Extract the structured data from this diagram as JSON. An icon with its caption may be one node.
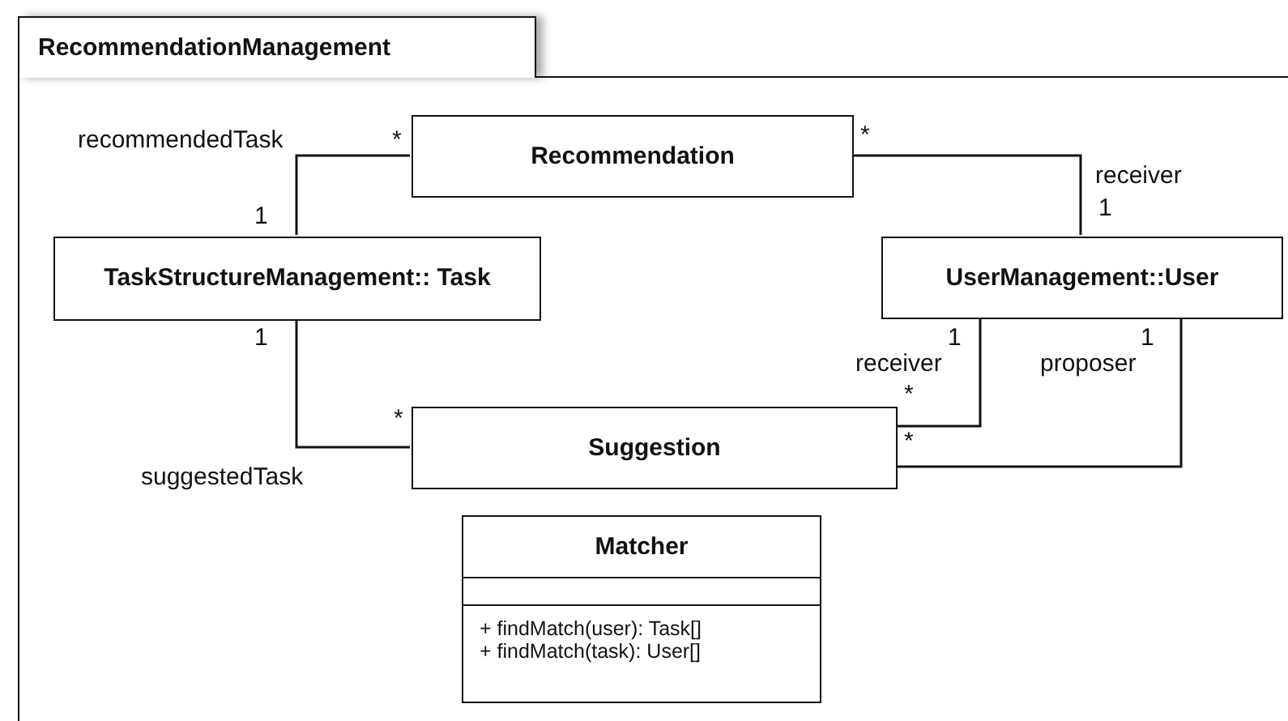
{
  "diagram": {
    "nodes": [
      {
        "text": [
          "RecommendationManagement"
        ]
      },
      {
        "text": [
          "Recommendation"
        ],
        "in": 0
      },
      {
        "text": [
          "TaskStructureManagement:: Task"
        ],
        "in": 0
      },
      {
        "text": [
          "UserManagement::User"
        ],
        "in": 0
      },
      {
        "text": [
          "Suggestion"
        ],
        "in": 0
      },
      {
        "text": [
          "Matcher",
          "+ findMatch(user): Task[]",
          "+ findMatch(task): User[]"
        ],
        "in": 0
      }
    ],
    "edges": [
      {
        "from": 1,
        "to": 2,
        "arrow": "none"
      },
      {
        "from": 1,
        "to": 3,
        "arrow": "none"
      },
      {
        "from": 2,
        "to": 4,
        "arrow": "none"
      },
      {
        "from": 4,
        "to": 3,
        "arrow": "none"
      },
      {
        "from": 4,
        "to": 3,
        "arrow": "none"
      }
    ],
    "labels": [
      "recommendedTask",
      "*",
      "*",
      "receiver",
      "1",
      "1",
      "1",
      "1",
      "1",
      "receiver",
      "proposer",
      "*",
      "*",
      "*",
      "suggestedTask"
    ]
  }
}
